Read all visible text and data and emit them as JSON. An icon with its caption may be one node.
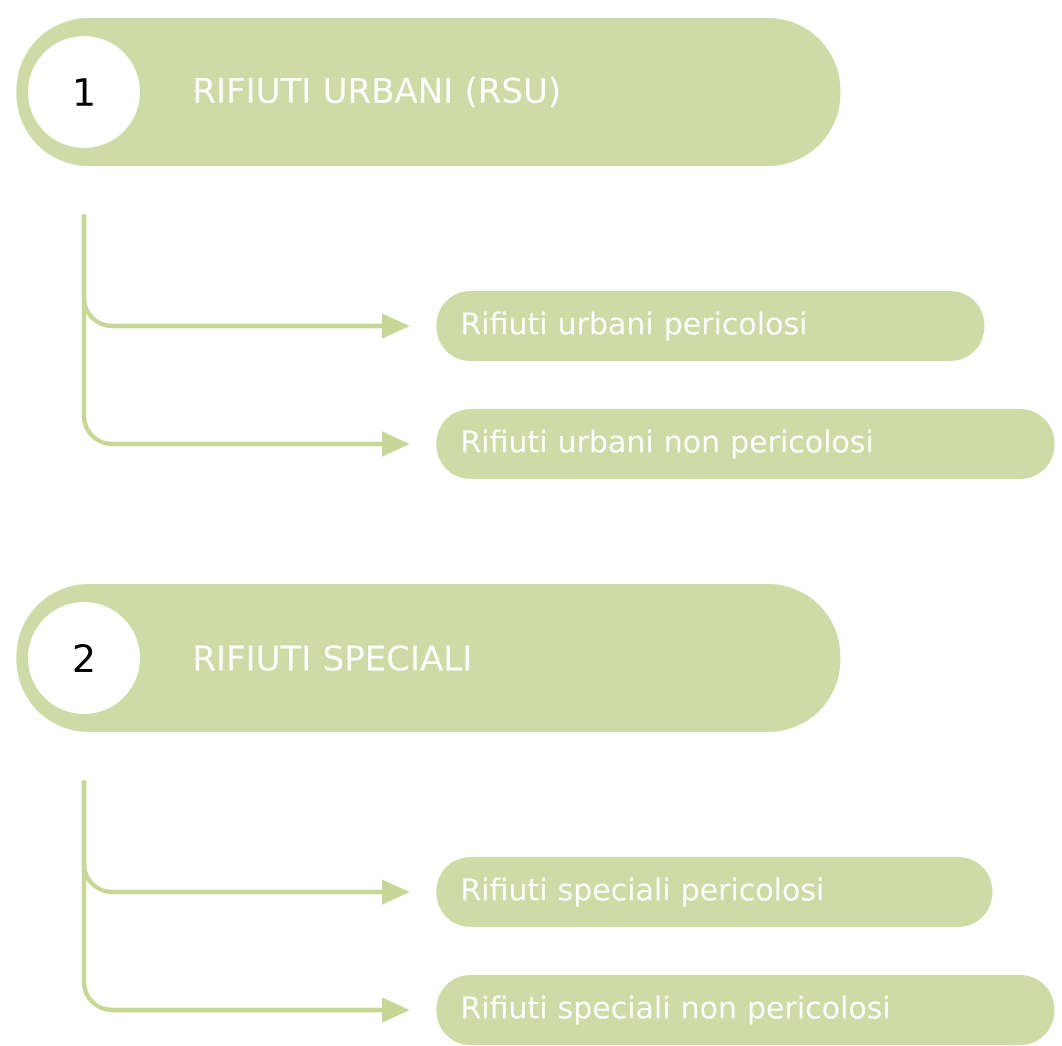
{
  "diagram": {
    "nodes": [
      {
        "text": [
          "RIFIUTI URBANI (RSU)"
        ]
      },
      {
        "text": [
          "1"
        ],
        "in": 0
      },
      {
        "text": [
          "Rifiuti urbani pericolosi"
        ]
      },
      {
        "text": [
          "Rifiuti urbani non pericolosi"
        ]
      },
      {
        "text": [
          "RIFIUTI SPECIALI"
        ]
      },
      {
        "text": [
          "2"
        ],
        "in": 4
      },
      {
        "text": [
          "Rifiuti speciali pericolosi"
        ]
      },
      {
        "text": [
          "Rifiuti speciali non pericolosi"
        ]
      }
    ],
    "edges": [
      {
        "from": 0,
        "to": 2,
        "arrow": "to"
      },
      {
        "from": 0,
        "to": 3,
        "arrow": "to"
      },
      {
        "from": 4,
        "to": 6,
        "arrow": "to"
      },
      {
        "from": 4,
        "to": 7,
        "arrow": "to"
      }
    ]
  }
}
